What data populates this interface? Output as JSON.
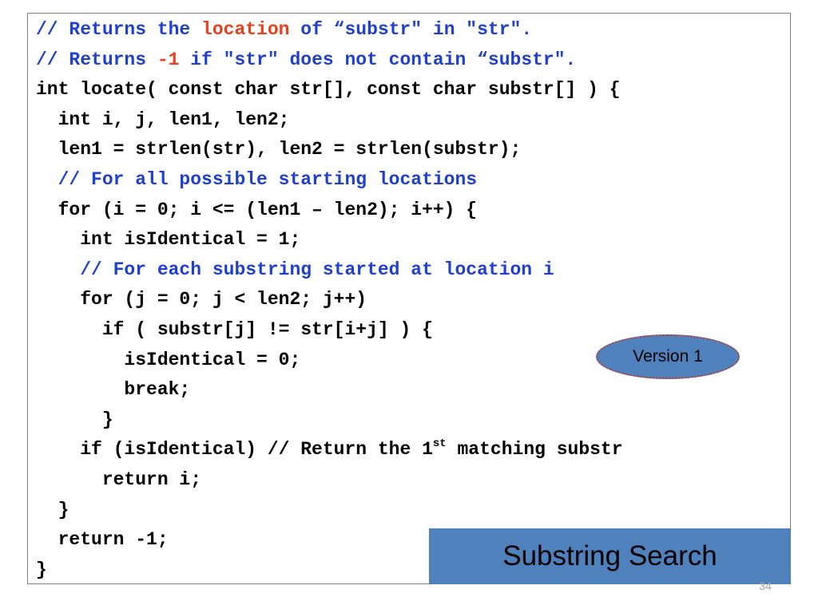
{
  "code": {
    "lines": [
      {
        "segments": [
          {
            "text": "// Returns the ",
            "style": "comment"
          },
          {
            "text": "location",
            "style": "hl"
          },
          {
            "text": " of “substr\" in \"str\".",
            "style": "comment"
          }
        ]
      },
      {
        "segments": [
          {
            "text": "// Returns ",
            "style": "comment"
          },
          {
            "text": "-1",
            "style": "hl"
          },
          {
            "text": " if \"str\" does not contain “substr\".",
            "style": "comment"
          }
        ]
      },
      {
        "segments": [
          {
            "text": "int locate( const char str[], const char substr[] ) {",
            "style": "code"
          }
        ]
      },
      {
        "segments": [
          {
            "text": "  int i, j, len1, len2;",
            "style": "code"
          }
        ]
      },
      {
        "segments": [
          {
            "text": "  len1 = strlen(str), len2 = strlen(substr);",
            "style": "code"
          }
        ]
      },
      {
        "segments": [
          {
            "text": "  // For all possible starting locations",
            "style": "comment"
          }
        ]
      },
      {
        "segments": [
          {
            "text": "  for (i = 0; i <= (len1 – len2); i++) {",
            "style": "code"
          }
        ]
      },
      {
        "segments": [
          {
            "text": "    int isIdentical = 1;",
            "style": "code"
          }
        ]
      },
      {
        "segments": [
          {
            "text": "    // For each substring started at location i",
            "style": "comment"
          }
        ]
      },
      {
        "segments": [
          {
            "text": "    for (j = 0; j < len2; j++)",
            "style": "code"
          }
        ]
      },
      {
        "segments": [
          {
            "text": "      if ( substr[j] != str[i+j] ) {",
            "style": "code"
          }
        ]
      },
      {
        "segments": [
          {
            "text": "        isIdentical = 0;",
            "style": "code"
          }
        ]
      },
      {
        "segments": [
          {
            "text": "        break;",
            "style": "code"
          }
        ]
      },
      {
        "segments": [
          {
            "text": "      }",
            "style": "code"
          }
        ]
      },
      {
        "segments": [
          {
            "text": "    if (isIdentical) // Return the 1",
            "style": "code"
          },
          {
            "text": "st",
            "style": "sup"
          },
          {
            "text": " matching substr",
            "style": "code"
          }
        ]
      },
      {
        "segments": [
          {
            "text": "      return i;",
            "style": "code"
          }
        ]
      },
      {
        "segments": [
          {
            "text": "  }",
            "style": "code"
          }
        ]
      },
      {
        "segments": [
          {
            "text": "  return -1;",
            "style": "code"
          }
        ]
      },
      {
        "segments": [
          {
            "text": "}",
            "style": "code"
          }
        ]
      }
    ]
  },
  "badge": {
    "label": "Version 1"
  },
  "title": "Substring Search",
  "slide_number": "34",
  "colors": {
    "comment": "#1f3fcf",
    "highlight": "#e8401c",
    "banner": "#4f81bd",
    "badge_border": "#c0392b"
  }
}
